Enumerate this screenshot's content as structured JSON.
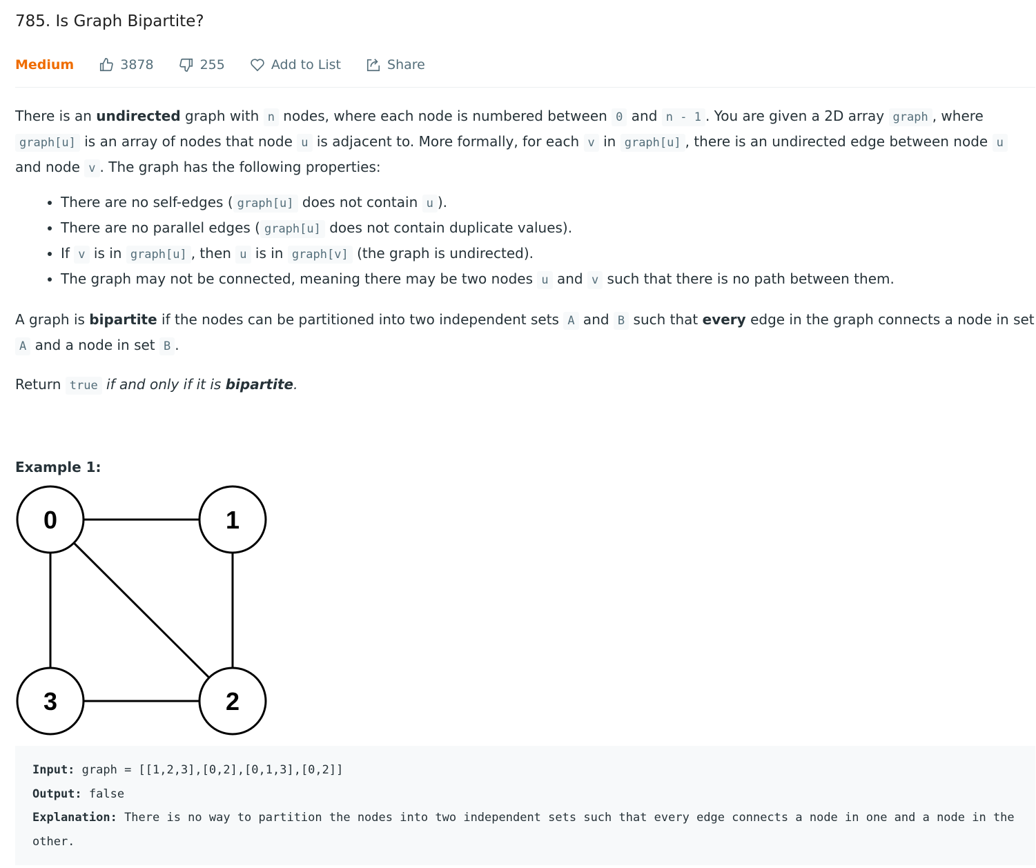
{
  "title": "785. Is Graph Bipartite?",
  "meta": {
    "difficulty": "Medium",
    "likes": "3878",
    "dislikes": "255",
    "add_to_list": "Add to List",
    "share": "Share",
    "difficulty_color": "#ef6c00"
  },
  "paragraphs": [
    [
      [
        "There is an ",
        ""
      ],
      [
        "undirected",
        "b"
      ],
      [
        " graph with ",
        ""
      ],
      [
        "n",
        "c"
      ],
      [
        " nodes, where each node is numbered between ",
        ""
      ],
      [
        "0",
        "c"
      ],
      [
        " and ",
        ""
      ],
      [
        "n - 1",
        "c"
      ],
      [
        ". You are given a 2D array ",
        ""
      ],
      [
        "graph",
        "c"
      ],
      [
        ", where ",
        ""
      ],
      [
        "graph[u]",
        "c"
      ],
      [
        " is an array of nodes that node ",
        ""
      ],
      [
        "u",
        "c"
      ],
      [
        " is adjacent to. More formally, for each ",
        ""
      ],
      [
        "v",
        "c"
      ],
      [
        " in ",
        ""
      ],
      [
        "graph[u]",
        "c"
      ],
      [
        ", there is an undirected edge between node ",
        ""
      ],
      [
        "u",
        "c"
      ],
      [
        " and node ",
        ""
      ],
      [
        "v",
        "c"
      ],
      [
        ". The graph has the following properties:",
        ""
      ]
    ]
  ],
  "bullets": [
    [
      [
        "There are no self-edges (",
        ""
      ],
      [
        "graph[u]",
        "c"
      ],
      [
        " does not contain ",
        ""
      ],
      [
        "u",
        "c"
      ],
      [
        ").",
        ""
      ]
    ],
    [
      [
        "There are no parallel edges (",
        ""
      ],
      [
        "graph[u]",
        "c"
      ],
      [
        " does not contain duplicate values).",
        ""
      ]
    ],
    [
      [
        "If ",
        ""
      ],
      [
        "v",
        "c"
      ],
      [
        " is in ",
        ""
      ],
      [
        "graph[u]",
        "c"
      ],
      [
        ", then ",
        ""
      ],
      [
        "u",
        "c"
      ],
      [
        " is in ",
        ""
      ],
      [
        "graph[v]",
        "c"
      ],
      [
        " (the graph is undirected).",
        ""
      ]
    ],
    [
      [
        "The graph may not be connected, meaning there may be two nodes ",
        ""
      ],
      [
        "u",
        "c"
      ],
      [
        " and ",
        ""
      ],
      [
        "v",
        "c"
      ],
      [
        " such that there is no path between them.",
        ""
      ]
    ]
  ],
  "paragraphs2": [
    [
      [
        "A graph is ",
        ""
      ],
      [
        "bipartite",
        "b"
      ],
      [
        " if the nodes can be partitioned into two independent sets ",
        ""
      ],
      [
        "A",
        "c"
      ],
      [
        " and ",
        ""
      ],
      [
        "B",
        "c"
      ],
      [
        " such that ",
        ""
      ],
      [
        "every",
        "b"
      ],
      [
        " edge in the graph connects a node in set ",
        ""
      ],
      [
        "A",
        "c"
      ],
      [
        " and a node in set ",
        ""
      ],
      [
        "B",
        "c"
      ],
      [
        ".",
        ""
      ]
    ],
    [
      [
        "Return ",
        ""
      ],
      [
        "true",
        "c"
      ],
      [
        " ",
        ""
      ],
      [
        "if and only if it is ",
        "i"
      ],
      [
        "bipartite",
        "bi"
      ],
      [
        ".",
        "i"
      ]
    ]
  ],
  "example": {
    "heading": "Example 1:",
    "nodes": [
      "0",
      "1",
      "2",
      "3"
    ],
    "edges": [
      [
        0,
        1
      ],
      [
        0,
        2
      ],
      [
        0,
        3
      ],
      [
        1,
        2
      ],
      [
        2,
        3
      ]
    ],
    "input_label": "Input:",
    "input_value": " graph = [[1,2,3],[0,2],[0,1,3],[0,2]]",
    "output_label": "Output:",
    "output_value": " false",
    "explanation_label": "Explanation:",
    "explanation_value": " There is no way to partition the nodes into two independent sets such that every edge connects a node in one and a node in the other."
  }
}
